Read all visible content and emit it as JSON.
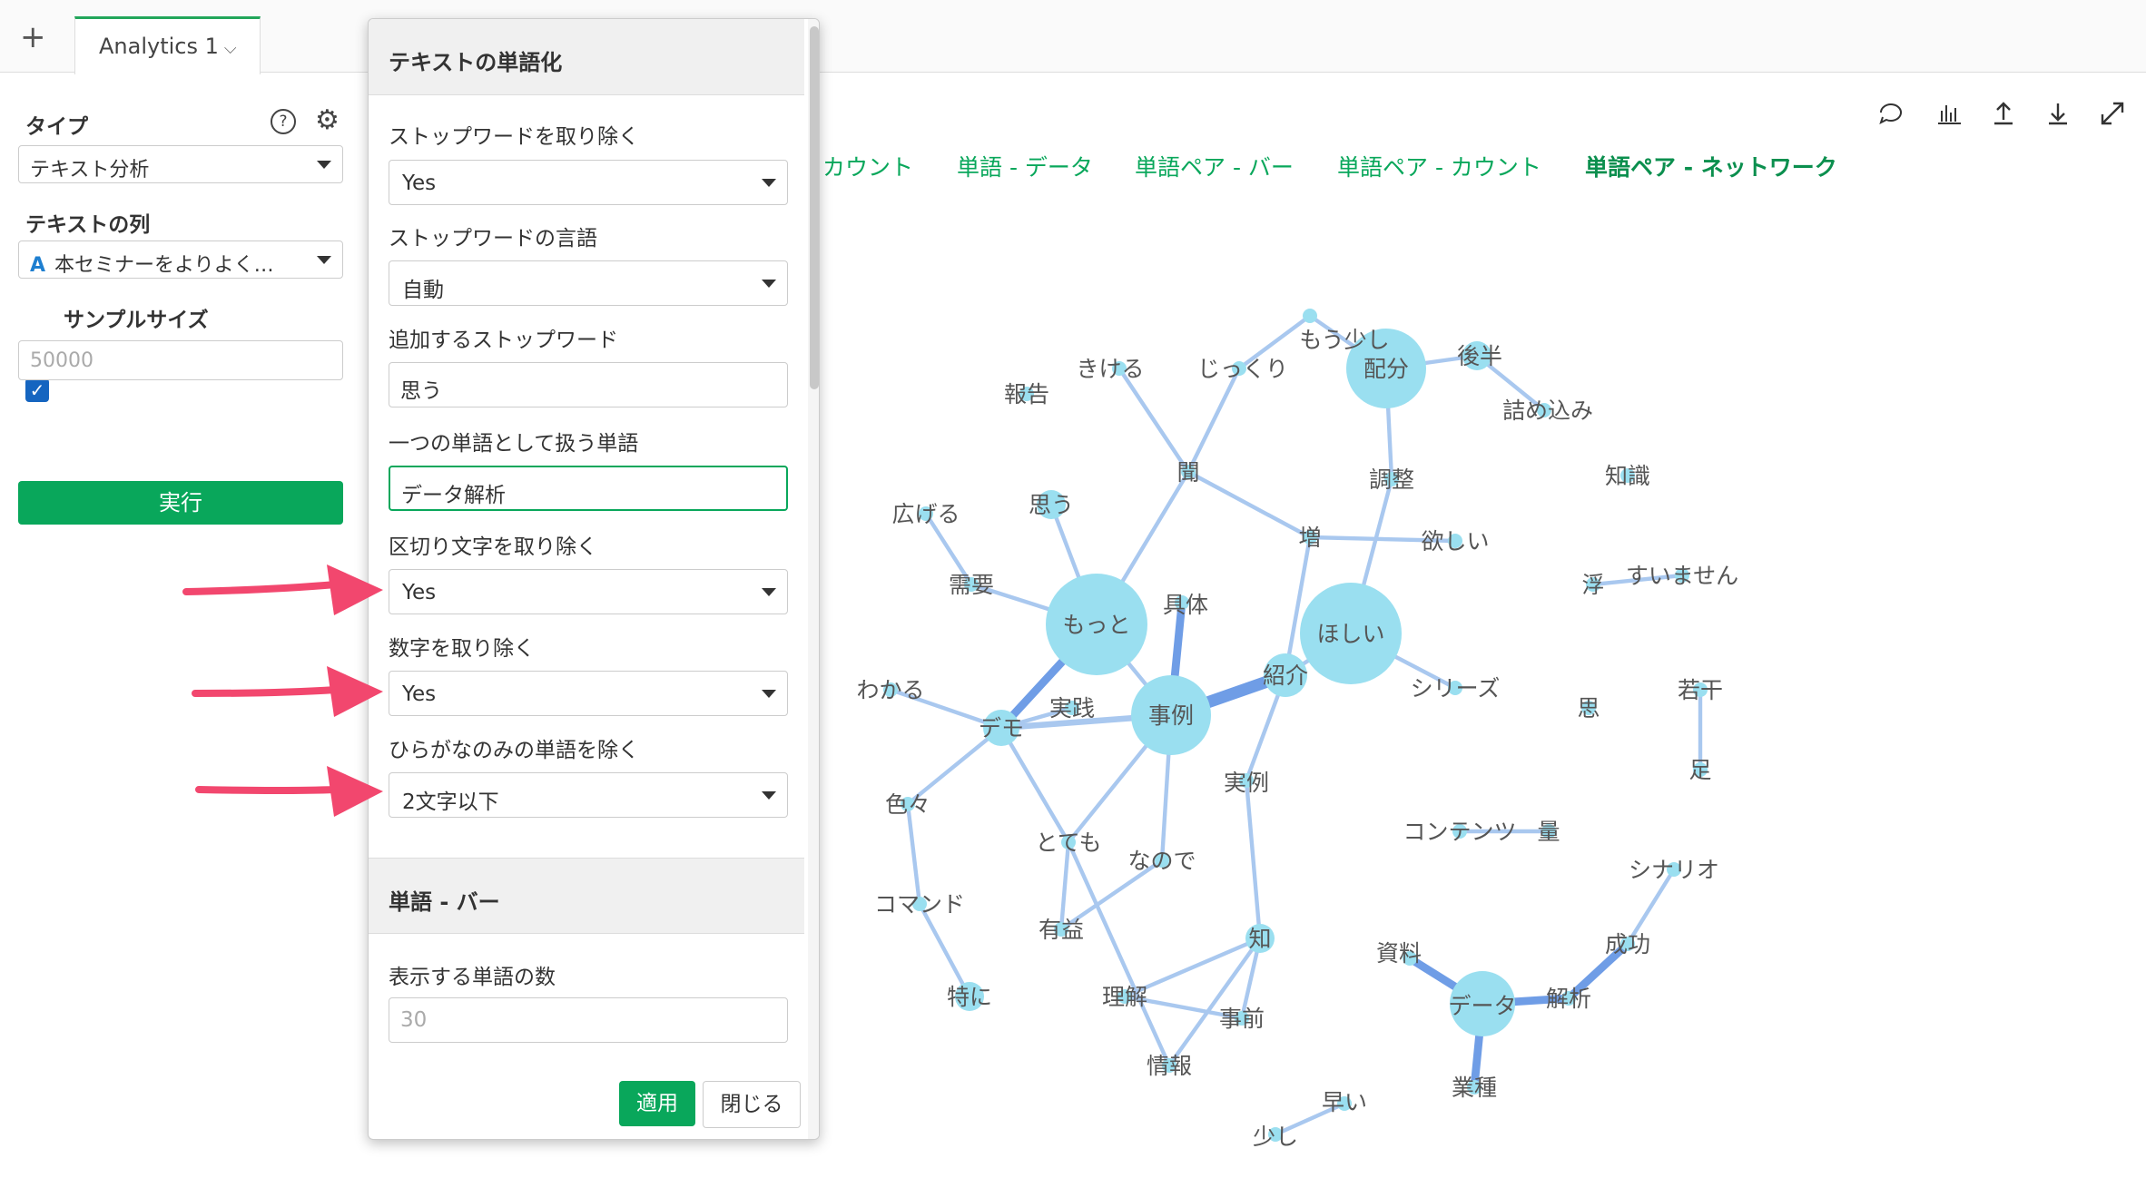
{
  "tabbar": {
    "add_label": "+",
    "tab_label": "Analytics 1"
  },
  "sidebar": {
    "type_label": "タイプ",
    "type_value": "テキスト分析",
    "text_column_label": "テキストの列",
    "text_column_value": "本セミナーをよりよく…",
    "text_column_icon": "A",
    "sample_size_label": "サンプルサイズ",
    "sample_size_placeholder": "50000",
    "run_label": "実行"
  },
  "panel": {
    "section1_title": "テキストの単語化",
    "stopword_remove_label": "ストップワードを取り除く",
    "stopword_remove_value": "Yes",
    "stopword_lang_label": "ストップワードの言語",
    "stopword_lang_value": "自動",
    "extra_stopwords_label": "追加するストップワード",
    "extra_stopwords_value": "思う",
    "compound_words_label": "一つの単語として扱う単語",
    "compound_words_value": "データ解析",
    "remove_punct_label": "区切り文字を取り除く",
    "remove_punct_value": "Yes",
    "remove_numbers_label": "数字を取り除く",
    "remove_numbers_value": "Yes",
    "remove_hiragana_label": "ひらがなのみの単語を除く",
    "remove_hiragana_value": "2文字以下",
    "section2_title": "単語 - バー",
    "word_count_label": "表示する単語の数",
    "word_count_placeholder": "30",
    "apply_label": "適用",
    "close_label": "閉じる"
  },
  "view_tabs": [
    "カウント",
    "単語 - データ",
    "単語ペア - バー",
    "単語ペア - カウント",
    "単語ペア - ネットワーク"
  ],
  "active_view_tab": "単語ペア - ネットワーク",
  "toolbar_icons": [
    "comment-icon",
    "chart-icon",
    "upload-icon",
    "download-icon",
    "expand-icon"
  ],
  "colors": {
    "accent": "#09a75b",
    "node": "#9adff0",
    "edge": "#a9c8ef",
    "edge_strong": "#6f9de6",
    "arrow": "#f2476e"
  },
  "network": {
    "nodes": [
      {
        "id": "もう少し",
        "size": 8
      },
      {
        "id": "きける",
        "size": 8
      },
      {
        "id": "じっくり",
        "size": 8
      },
      {
        "id": "配分",
        "size": 44
      },
      {
        "id": "後半",
        "size": 16
      },
      {
        "id": "詰め込み",
        "size": 8
      },
      {
        "id": "報告",
        "size": 8
      },
      {
        "id": "聞",
        "size": 8
      },
      {
        "id": "調整",
        "size": 8
      },
      {
        "id": "知識",
        "size": 8
      },
      {
        "id": "広げる",
        "size": 8
      },
      {
        "id": "思う",
        "size": 16
      },
      {
        "id": "増",
        "size": 8
      },
      {
        "id": "欲しい",
        "size": 8
      },
      {
        "id": "浮",
        "size": 8
      },
      {
        "id": "すいません",
        "size": 8
      },
      {
        "id": "需要",
        "size": 8
      },
      {
        "id": "もっと",
        "size": 56
      },
      {
        "id": "具体",
        "size": 8
      },
      {
        "id": "ほしい",
        "size": 56
      },
      {
        "id": "わかる",
        "size": 8
      },
      {
        "id": "紹介",
        "size": 24
      },
      {
        "id": "シリーズ",
        "size": 8
      },
      {
        "id": "若干",
        "size": 8
      },
      {
        "id": "思",
        "size": 8
      },
      {
        "id": "デモ",
        "size": 20
      },
      {
        "id": "実践",
        "size": 8
      },
      {
        "id": "事例",
        "size": 44
      },
      {
        "id": "足",
        "size": 8
      },
      {
        "id": "実例",
        "size": 8
      },
      {
        "id": "色々",
        "size": 8
      },
      {
        "id": "コンテンツ",
        "size": 8
      },
      {
        "id": "量",
        "size": 8
      },
      {
        "id": "とても",
        "size": 8
      },
      {
        "id": "なので",
        "size": 8
      },
      {
        "id": "シナリオ",
        "size": 8
      },
      {
        "id": "コマンド",
        "size": 8
      },
      {
        "id": "有益",
        "size": 8
      },
      {
        "id": "知",
        "size": 16
      },
      {
        "id": "成功",
        "size": 8
      },
      {
        "id": "資料",
        "size": 8
      },
      {
        "id": "特に",
        "size": 16
      },
      {
        "id": "理解",
        "size": 8
      },
      {
        "id": "データ",
        "size": 36
      },
      {
        "id": "解析",
        "size": 8
      },
      {
        "id": "事前",
        "size": 8
      },
      {
        "id": "情報",
        "size": 8
      },
      {
        "id": "業種",
        "size": 8
      },
      {
        "id": "早い",
        "size": 8
      },
      {
        "id": "少し",
        "size": 8
      }
    ],
    "edges": [
      [
        "もう少し",
        "配分",
        2
      ],
      [
        "もう少し",
        "じっくり",
        2
      ],
      [
        "きける",
        "聞",
        2
      ],
      [
        "じっくり",
        "聞",
        2
      ],
      [
        "配分",
        "後半",
        2
      ],
      [
        "後半",
        "詰め込み",
        2
      ],
      [
        "配分",
        "調整",
        2
      ],
      [
        "調整",
        "ほしい",
        2
      ],
      [
        "聞",
        "もっと",
        2
      ],
      [
        "聞",
        "増",
        2
      ],
      [
        "増",
        "欲しい",
        2
      ],
      [
        "増",
        "紹介",
        2
      ],
      [
        "浮",
        "すいません",
        2
      ],
      [
        "広げる",
        "需要",
        2
      ],
      [
        "需要",
        "もっと",
        2
      ],
      [
        "思う",
        "もっと",
        2
      ],
      [
        "もっと",
        "デモ",
        4
      ],
      [
        "もっと",
        "事例",
        2
      ],
      [
        "具体",
        "事例",
        4
      ],
      [
        "ほしい",
        "紹介",
        2
      ],
      [
        "ほしい",
        "シリーズ",
        2
      ],
      [
        "紹介",
        "事例",
        6
      ],
      [
        "紹介",
        "実例",
        2
      ],
      [
        "わかる",
        "デモ",
        2
      ],
      [
        "デモ",
        "実践",
        2
      ],
      [
        "デモ",
        "事例",
        3
      ],
      [
        "デモ",
        "色々",
        2
      ],
      [
        "デモ",
        "とても",
        2
      ],
      [
        "事例",
        "とても",
        2
      ],
      [
        "事例",
        "なので",
        2
      ],
      [
        "色々",
        "コマンド",
        2
      ],
      [
        "コマンド",
        "特に",
        2
      ],
      [
        "とても",
        "有益",
        2
      ],
      [
        "とても",
        "情報",
        2
      ],
      [
        "なので",
        "有益",
        2
      ],
      [
        "実例",
        "知",
        2
      ],
      [
        "知",
        "理解",
        2
      ],
      [
        "知",
        "事前",
        2
      ],
      [
        "知",
        "情報",
        2
      ],
      [
        "理解",
        "事前",
        2
      ],
      [
        "若干",
        "足",
        2
      ],
      [
        "コンテンツ",
        "量",
        2
      ],
      [
        "シナリオ",
        "成功",
        2
      ],
      [
        "成功",
        "解析",
        4
      ],
      [
        "資料",
        "データ",
        4
      ],
      [
        "データ",
        "解析",
        4
      ],
      [
        "データ",
        "業種",
        4
      ],
      [
        "早い",
        "少し",
        2
      ]
    ]
  }
}
